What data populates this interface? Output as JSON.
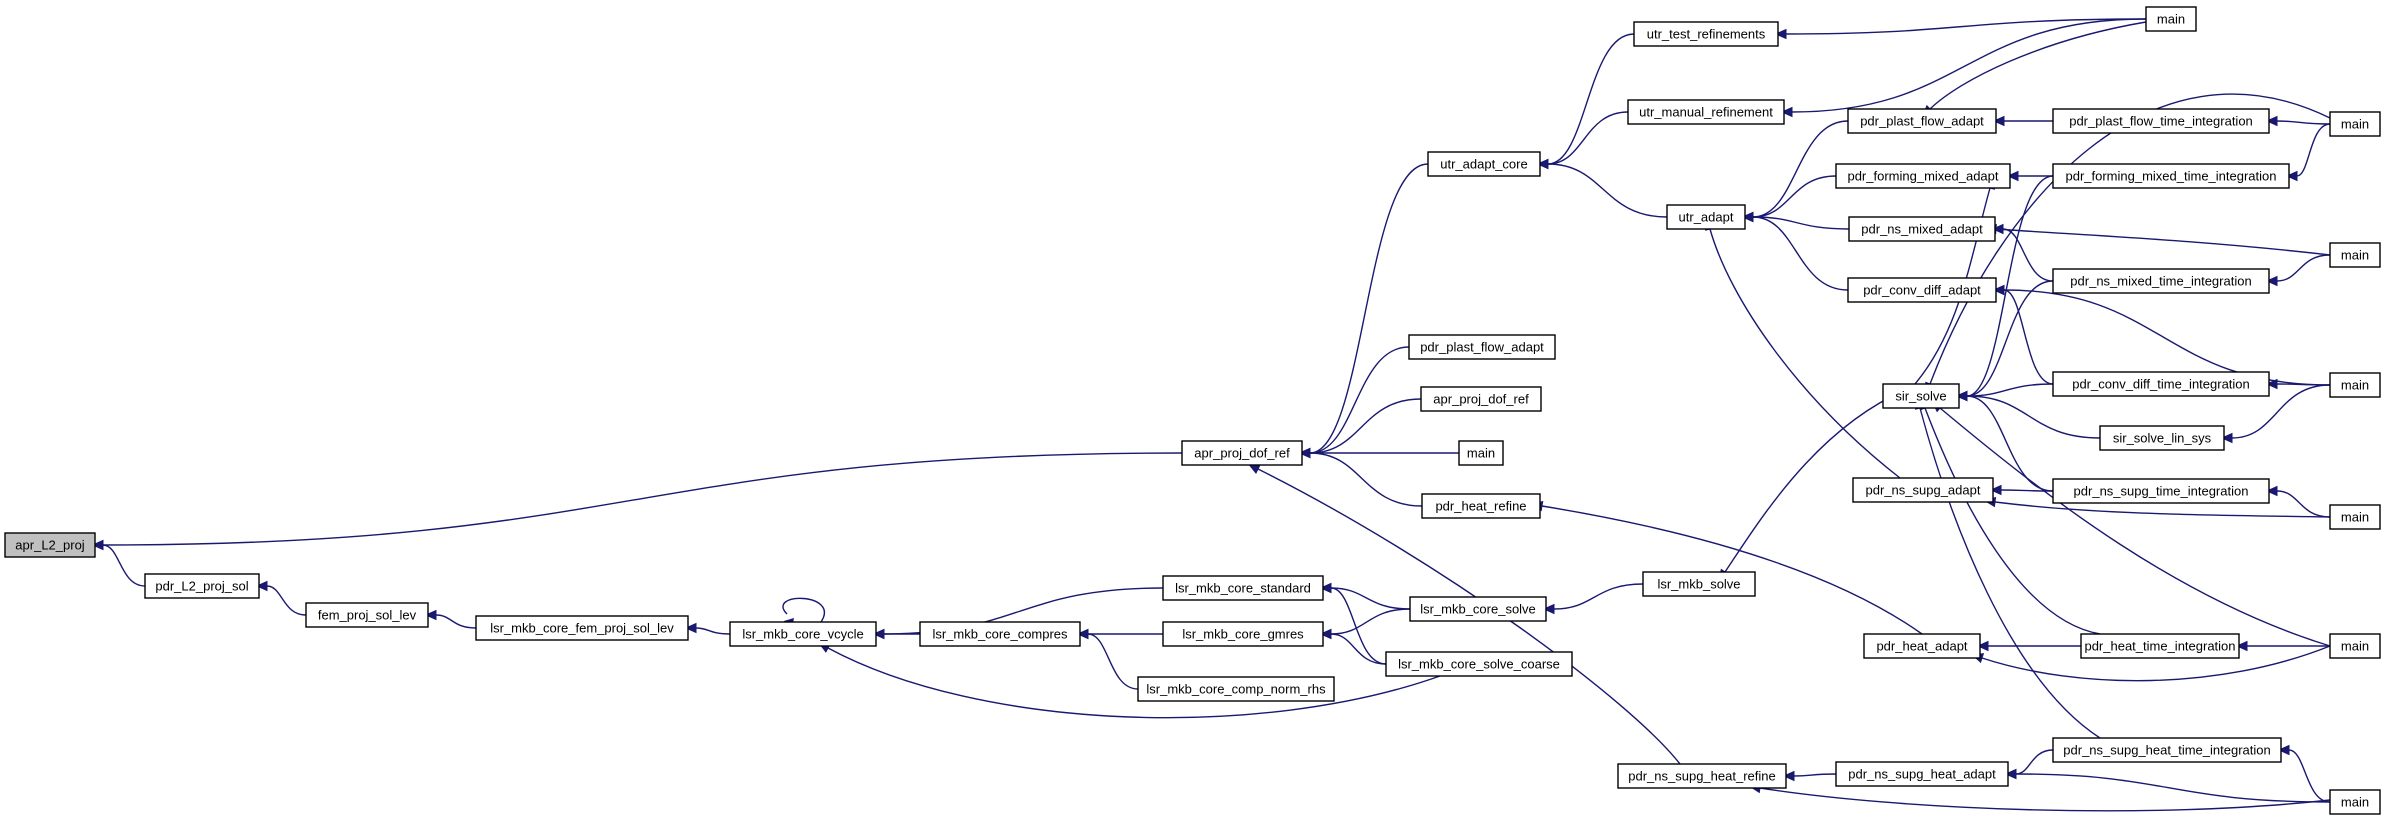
{
  "graph": {
    "colors": {
      "edge": "#191970",
      "node_border": "#000000",
      "root_fill": "#c0c0c0",
      "node_fill": "#ffffff"
    },
    "nodes": [
      {
        "id": "n_apr_l2",
        "label": "apr_L2_proj",
        "root": true
      },
      {
        "id": "n_pdr_l2",
        "label": "pdr_L2_proj_sol"
      },
      {
        "id": "n_fem",
        "label": "fem_proj_sol_lev"
      },
      {
        "id": "n_fem_lev",
        "label": "lsr_mkb_core_fem_proj_sol_lev"
      },
      {
        "id": "n_vcycle",
        "label": "lsr_mkb_core_vcycle"
      },
      {
        "id": "n_std",
        "label": "lsr_mkb_core_standard"
      },
      {
        "id": "n_compres",
        "label": "lsr_mkb_core_compres"
      },
      {
        "id": "n_gmres",
        "label": "lsr_mkb_core_gmres"
      },
      {
        "id": "n_normrhs",
        "label": "lsr_mkb_core_comp_norm_rhs"
      },
      {
        "id": "n_csolve",
        "label": "lsr_mkb_core_solve"
      },
      {
        "id": "n_coarse",
        "label": "lsr_mkb_core_solve_coarse"
      },
      {
        "id": "n_lsolve",
        "label": "lsr_mkb_solve"
      },
      {
        "id": "n_apr_dof",
        "label": "apr_proj_dof_ref"
      },
      {
        "id": "n_utr_core",
        "label": "utr_adapt_core"
      },
      {
        "id": "n_plast_flow_1",
        "label": "pdr_plast_flow_adapt"
      },
      {
        "id": "n_apr_dof_2",
        "label": "apr_proj_dof_ref"
      },
      {
        "id": "n_main_1",
        "label": "main"
      },
      {
        "id": "n_heat_ref",
        "label": "pdr_heat_refine"
      },
      {
        "id": "n_nsh_ref",
        "label": "pdr_ns_supg_heat_refine"
      },
      {
        "id": "n_utr_test",
        "label": "utr_test_refinements"
      },
      {
        "id": "n_utr_manual",
        "label": "utr_manual_refinement"
      },
      {
        "id": "n_utr_adapt",
        "label": "utr_adapt"
      },
      {
        "id": "n_main_t",
        "label": "main"
      },
      {
        "id": "n_plast_adapt",
        "label": "pdr_plast_flow_adapt"
      },
      {
        "id": "n_form_adapt",
        "label": "pdr_forming_mixed_adapt"
      },
      {
        "id": "n_nsm_adapt",
        "label": "pdr_ns_mixed_adapt"
      },
      {
        "id": "n_cd_adapt",
        "label": "pdr_conv_diff_adapt"
      },
      {
        "id": "n_sir",
        "label": "sir_solve"
      },
      {
        "id": "n_nss_adapt",
        "label": "pdr_ns_supg_adapt"
      },
      {
        "id": "n_heat_adapt",
        "label": "pdr_heat_adapt"
      },
      {
        "id": "n_nsh_adapt",
        "label": "pdr_ns_supg_heat_adapt"
      },
      {
        "id": "n_plast_ti",
        "label": "pdr_plast_flow_time_integration"
      },
      {
        "id": "n_form_ti",
        "label": "pdr_forming_mixed_time_integration"
      },
      {
        "id": "n_nsm_ti",
        "label": "pdr_ns_mixed_time_integration"
      },
      {
        "id": "n_cd_ti",
        "label": "pdr_conv_diff_time_integration"
      },
      {
        "id": "n_sir_lin",
        "label": "sir_solve_lin_sys"
      },
      {
        "id": "n_nss_ti",
        "label": "pdr_ns_supg_time_integration"
      },
      {
        "id": "n_heat_ti",
        "label": "pdr_heat_time_integration"
      },
      {
        "id": "n_nsh_ti",
        "label": "pdr_ns_supg_heat_time_integration"
      },
      {
        "id": "n_main_a",
        "label": "main"
      },
      {
        "id": "n_main_b",
        "label": "main"
      },
      {
        "id": "n_main_c",
        "label": "main"
      },
      {
        "id": "n_main_d",
        "label": "main"
      },
      {
        "id": "n_main_e",
        "label": "main"
      },
      {
        "id": "n_main_f",
        "label": "main"
      }
    ],
    "edges": [
      {
        "from": "n_pdr_l2",
        "to": "n_apr_l2"
      },
      {
        "from": "n_apr_dof",
        "to": "n_apr_l2"
      },
      {
        "from": "n_fem",
        "to": "n_pdr_l2"
      },
      {
        "from": "n_fem_lev",
        "to": "n_fem"
      },
      {
        "from": "n_vcycle",
        "to": "n_fem_lev"
      },
      {
        "from": "n_vcycle",
        "to": "n_vcycle"
      },
      {
        "from": "n_std",
        "to": "n_vcycle"
      },
      {
        "from": "n_compres",
        "to": "n_vcycle"
      },
      {
        "from": "n_coarse",
        "to": "n_vcycle"
      },
      {
        "from": "n_gmres",
        "to": "n_compres"
      },
      {
        "from": "n_normrhs",
        "to": "n_compres"
      },
      {
        "from": "n_csolve",
        "to": "n_std"
      },
      {
        "from": "n_coarse",
        "to": "n_std"
      },
      {
        "from": "n_csolve",
        "to": "n_gmres"
      },
      {
        "from": "n_coarse",
        "to": "n_gmres"
      },
      {
        "from": "n_lsolve",
        "to": "n_csolve"
      },
      {
        "from": "n_sir",
        "to": "n_lsolve"
      },
      {
        "from": "n_utr_core",
        "to": "n_apr_dof"
      },
      {
        "from": "n_plast_flow_1",
        "to": "n_apr_dof"
      },
      {
        "from": "n_apr_dof_2",
        "to": "n_apr_dof"
      },
      {
        "from": "n_main_1",
        "to": "n_apr_dof"
      },
      {
        "from": "n_heat_ref",
        "to": "n_apr_dof"
      },
      {
        "from": "n_nsh_ref",
        "to": "n_apr_dof"
      },
      {
        "from": "n_utr_test",
        "to": "n_utr_core"
      },
      {
        "from": "n_utr_manual",
        "to": "n_utr_core"
      },
      {
        "from": "n_utr_adapt",
        "to": "n_utr_core"
      },
      {
        "from": "n_main_t",
        "to": "n_utr_test"
      },
      {
        "from": "n_main_t",
        "to": "n_utr_manual"
      },
      {
        "from": "n_plast_adapt",
        "to": "n_utr_adapt"
      },
      {
        "from": "n_form_adapt",
        "to": "n_utr_adapt"
      },
      {
        "from": "n_nsm_adapt",
        "to": "n_utr_adapt"
      },
      {
        "from": "n_cd_adapt",
        "to": "n_utr_adapt"
      },
      {
        "from": "n_nss_adapt",
        "to": "n_utr_adapt"
      },
      {
        "from": "n_main_t",
        "to": "n_plast_adapt"
      },
      {
        "from": "n_plast_ti",
        "to": "n_plast_adapt"
      },
      {
        "from": "n_form_ti",
        "to": "n_form_adapt"
      },
      {
        "from": "n_sir",
        "to": "n_form_adapt"
      },
      {
        "from": "n_main_b",
        "to": "n_nsm_adapt"
      },
      {
        "from": "n_nsm_ti",
        "to": "n_nsm_adapt"
      },
      {
        "from": "n_main_c",
        "to": "n_cd_adapt"
      },
      {
        "from": "n_cd_ti",
        "to": "n_cd_adapt"
      },
      {
        "from": "n_main_a",
        "to": "n_sir"
      },
      {
        "from": "n_form_ti",
        "to": "n_sir"
      },
      {
        "from": "n_nsm_ti",
        "to": "n_sir"
      },
      {
        "from": "n_cd_ti",
        "to": "n_sir"
      },
      {
        "from": "n_sir_lin",
        "to": "n_sir"
      },
      {
        "from": "n_nss_ti",
        "to": "n_sir"
      },
      {
        "from": "n_main_e",
        "to": "n_sir"
      },
      {
        "from": "n_heat_ti",
        "to": "n_sir"
      },
      {
        "from": "n_nsh_ti",
        "to": "n_sir"
      },
      {
        "from": "n_nss_ti",
        "to": "n_nss_adapt"
      },
      {
        "from": "n_main_d",
        "to": "n_nss_adapt"
      },
      {
        "from": "n_heat_ti",
        "to": "n_heat_adapt"
      },
      {
        "from": "n_main_e",
        "to": "n_heat_adapt"
      },
      {
        "from": "n_heat_adapt",
        "to": "n_heat_ref"
      },
      {
        "from": "n_nsh_adapt",
        "to": "n_nsh_ref"
      },
      {
        "from": "n_main_f",
        "to": "n_nsh_ref"
      },
      {
        "from": "n_nsh_ti",
        "to": "n_nsh_adapt"
      },
      {
        "from": "n_main_f",
        "to": "n_nsh_adapt"
      },
      {
        "from": "n_main_a",
        "to": "n_plast_ti"
      },
      {
        "from": "n_main_a",
        "to": "n_form_ti"
      },
      {
        "from": "n_main_b",
        "to": "n_nsm_ti"
      },
      {
        "from": "n_main_c",
        "to": "n_cd_ti"
      },
      {
        "from": "n_main_c",
        "to": "n_sir_lin"
      },
      {
        "from": "n_main_d",
        "to": "n_nss_ti"
      },
      {
        "from": "n_main_e",
        "to": "n_heat_ti"
      },
      {
        "from": "n_main_f",
        "to": "n_nsh_ti"
      }
    ]
  }
}
